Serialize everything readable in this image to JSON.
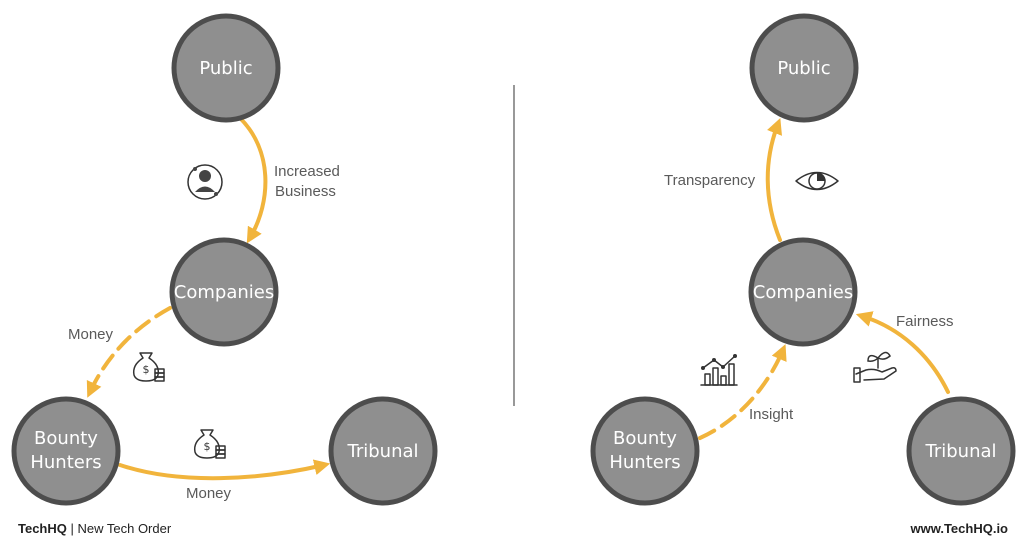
{
  "left": {
    "nodes": {
      "public": "Public",
      "companies": "Companies",
      "bounty_hunters": [
        "Bounty",
        "Hunters"
      ],
      "tribunal": "Tribunal"
    },
    "edges": {
      "public_to_companies": [
        "Increased",
        "Business"
      ],
      "companies_to_hunters": "Money",
      "hunters_to_tribunal": "Money"
    },
    "icons": [
      "customer-icon",
      "money-bag-icon",
      "money-bag-icon"
    ]
  },
  "right": {
    "nodes": {
      "public": "Public",
      "companies": "Companies",
      "bounty_hunters": [
        "Bounty",
        "Hunters"
      ],
      "tribunal": "Tribunal"
    },
    "edges": {
      "companies_to_public": "Transparency",
      "hunters_to_companies": "Insight",
      "tribunal_to_companies": "Fairness"
    },
    "icons": [
      "eye-icon",
      "chart-icon",
      "hand-plant-icon"
    ]
  },
  "footer": {
    "brand": "TechHQ",
    "separator": " | New Tech Order",
    "url": "www.TechHQ.io"
  },
  "colors": {
    "node_fill": "#8f8f8f",
    "node_stroke": "#4d4d4d",
    "arrow": "#f1b43c"
  }
}
